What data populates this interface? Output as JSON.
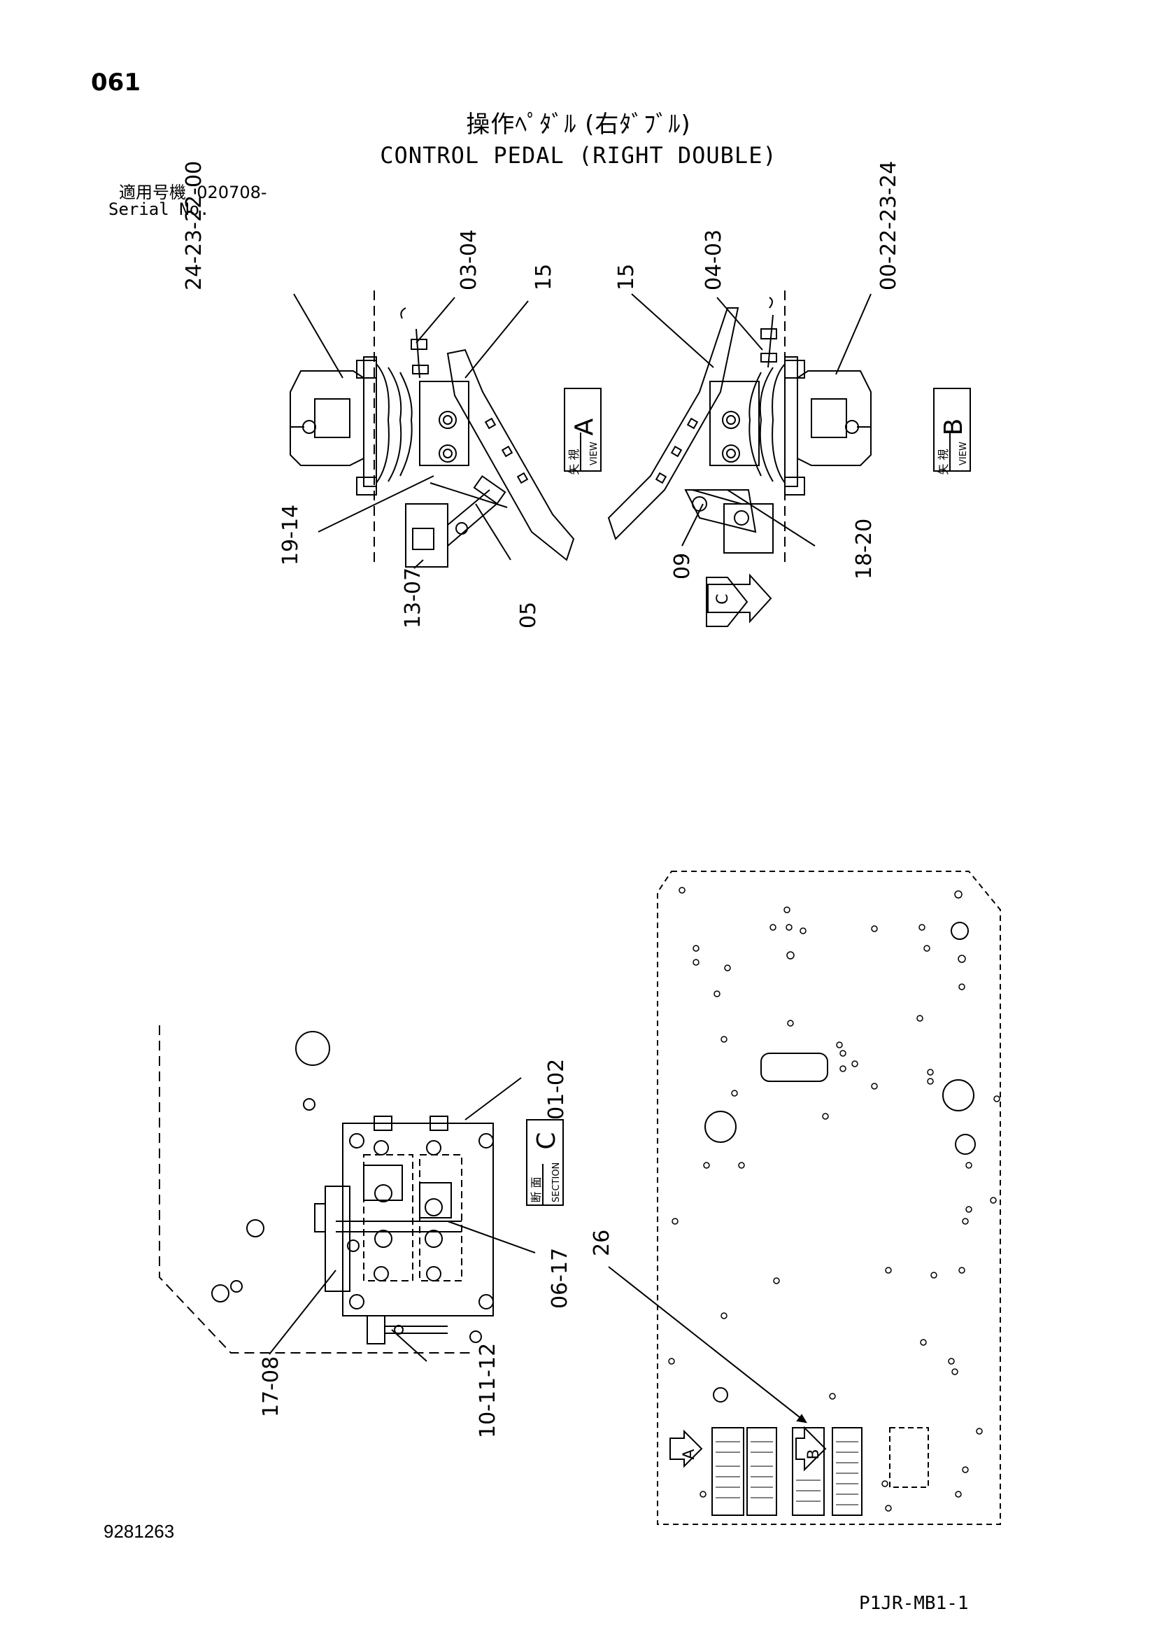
{
  "header": {
    "page_number": "061",
    "title_jp": "操作ﾍﾟﾀﾞﾙ (右ﾀﾞﾌﾞﾙ)",
    "title_en": "CONTROL PEDAL (RIGHT DOUBLE)",
    "serial_label_jp": "適用号機",
    "serial_value": "020708-",
    "serial_label_en": "Serial No."
  },
  "view_a": {
    "box_letter": "A",
    "box_jp": "矢 視",
    "box_en": "VIEW",
    "callouts": {
      "c1": "24-23-22-00",
      "c2": "03-04",
      "c3": "15",
      "c4": "19-14",
      "c5": "13-07",
      "c6": "05"
    }
  },
  "view_b": {
    "box_letter": "B",
    "box_jp": "矢 視",
    "box_en": "VIEW",
    "callouts": {
      "c1": "15",
      "c2": "04-03",
      "c3": "00-22-23-24",
      "c4": "09",
      "c5": "18-20"
    },
    "arrow_letter": "C"
  },
  "section_c": {
    "box_letter": "C",
    "box_jp": "断 面",
    "box_en": "SECTION",
    "callouts": {
      "c1": "01-02",
      "c2": "06-17",
      "c3": "17-08",
      "c4": "10-11-12"
    }
  },
  "floor_plate": {
    "callout": "26",
    "arrow_a": "A",
    "arrow_b": "B"
  },
  "footer": {
    "document_number": "9281263",
    "sheet_code": "P1JR-MB1-1"
  }
}
